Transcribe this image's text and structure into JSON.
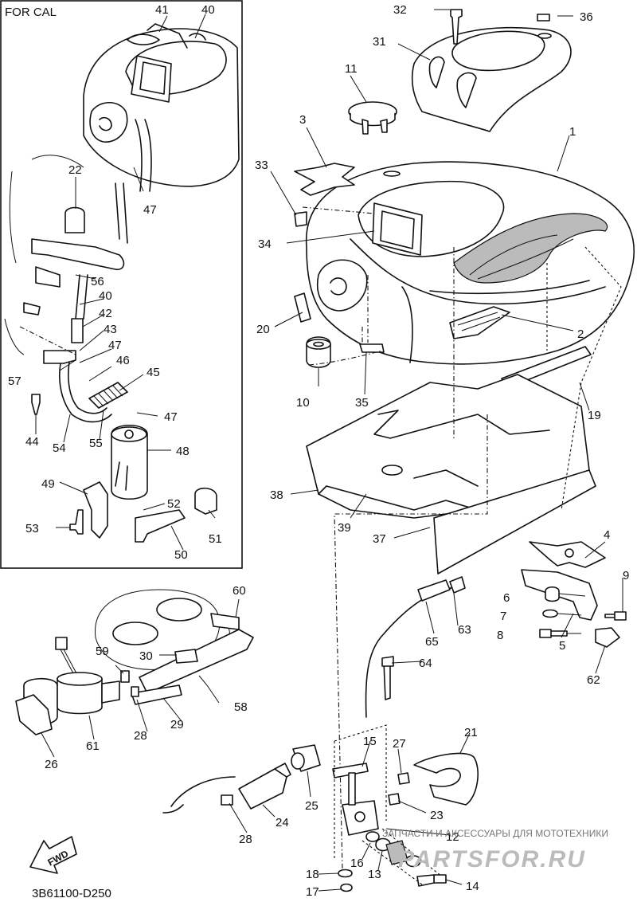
{
  "inset_title": "FOR CAL",
  "drawing_code": "3B61100-D250",
  "fwd_label": "FWD",
  "watermark_text": "ЗАПЧАСТИ И АКСЕССУАРЫ ДЛЯ МОТОТЕХНИКИ",
  "watermark_logo": "PARTSFOR.RU",
  "callouts": [
    "1",
    "2",
    "3",
    "4",
    "5",
    "6",
    "7",
    "8",
    "9",
    "10",
    "11",
    "12",
    "13",
    "14",
    "15",
    "16",
    "17",
    "18",
    "19",
    "20",
    "21",
    "22",
    "23",
    "24",
    "25",
    "26",
    "27",
    "28",
    "28",
    "29",
    "30",
    "31",
    "32",
    "33",
    "34",
    "35",
    "36",
    "37",
    "38",
    "39",
    "40",
    "40",
    "41",
    "42",
    "43",
    "44",
    "45",
    "46",
    "47",
    "47",
    "47",
    "48",
    "49",
    "50",
    "51",
    "52",
    "53",
    "54",
    "55",
    "56",
    "57",
    "58",
    "59",
    "60",
    "61",
    "62",
    "63",
    "64",
    "65"
  ]
}
